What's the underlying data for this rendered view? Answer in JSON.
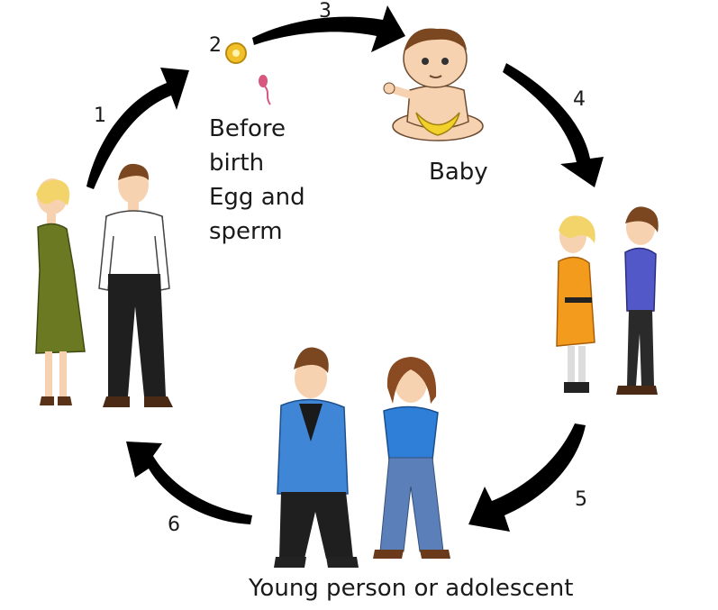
{
  "stages": {
    "before_birth": {
      "number": "2",
      "lines": [
        "Before",
        "birth",
        "Egg and",
        "sperm"
      ]
    },
    "baby": {
      "label": "Baby"
    },
    "children": {
      "label": ""
    },
    "adolescents": {
      "label": "Young person or adolescent"
    },
    "adults": {
      "label": ""
    }
  },
  "arrows": [
    "1",
    "3",
    "4",
    "5",
    "6"
  ],
  "colors": {
    "arrow": "#000000",
    "woman_dress": "#6b7a22",
    "man_shirt": "#ffffff",
    "girl_dress": "#f39b1c",
    "boy_shirt": "#5358c8",
    "teen_hoodie": "#3f86d6",
    "teen_girl_top": "#2f7fd8",
    "hair_blond": "#f2d46a",
    "hair_brown": "#7a4720",
    "skin": "#f7d2b0",
    "egg": "#f2c12a",
    "sperm": "#d8577f"
  }
}
